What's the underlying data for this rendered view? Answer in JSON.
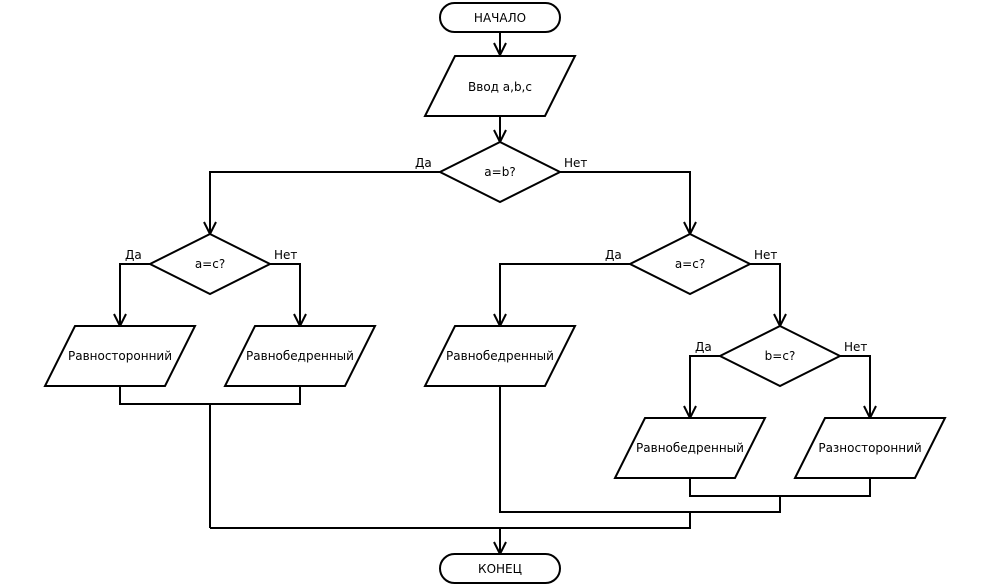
{
  "diagram": {
    "type": "flowchart",
    "colors": {
      "stroke": "#000000",
      "fill": "#ffffff",
      "text": "#000000"
    },
    "nodes": {
      "start": {
        "label": "НАЧАЛО",
        "shape": "terminator"
      },
      "input": {
        "label": "Ввод a,b,c",
        "shape": "io"
      },
      "cond_ab": {
        "label": "a=b?",
        "shape": "decision"
      },
      "cond_ac_left": {
        "label": "a=c?",
        "shape": "decision"
      },
      "cond_ac_right": {
        "label": "a=c?",
        "shape": "decision"
      },
      "cond_bc": {
        "label": "b=c?",
        "shape": "decision"
      },
      "out_equilateral": {
        "label": "Равносторонний",
        "shape": "io"
      },
      "out_isosceles_1": {
        "label": "Равнобедренный",
        "shape": "io"
      },
      "out_isosceles_2": {
        "label": "Равнобедренный",
        "shape": "io"
      },
      "out_isosceles_3": {
        "label": "Равнобедренный",
        "shape": "io"
      },
      "out_scalene": {
        "label": "Разносторонний",
        "shape": "io"
      },
      "end": {
        "label": "КОНЕЦ",
        "shape": "terminator"
      }
    },
    "branch_labels": {
      "ab_yes": "Да",
      "ab_no": "Нет",
      "acl_yes": "Да",
      "acl_no": "Нет",
      "acr_yes": "Да",
      "acr_no": "Нет",
      "bc_yes": "Да",
      "bc_no": "Нет"
    },
    "edges": [
      [
        "start",
        "input"
      ],
      [
        "input",
        "cond_ab"
      ],
      [
        "cond_ab",
        "cond_ac_left",
        "Да"
      ],
      [
        "cond_ab",
        "cond_ac_right",
        "Нет"
      ],
      [
        "cond_ac_left",
        "out_equilateral",
        "Да"
      ],
      [
        "cond_ac_left",
        "out_isosceles_1",
        "Нет"
      ],
      [
        "cond_ac_right",
        "out_isosceles_2",
        "Да"
      ],
      [
        "cond_ac_right",
        "cond_bc",
        "Нет"
      ],
      [
        "cond_bc",
        "out_isosceles_3",
        "Да"
      ],
      [
        "cond_bc",
        "out_scalene",
        "Нет"
      ],
      [
        "out_equilateral",
        "end"
      ],
      [
        "out_isosceles_1",
        "end"
      ],
      [
        "out_isosceles_2",
        "end"
      ],
      [
        "out_isosceles_3",
        "end"
      ],
      [
        "out_scalene",
        "end"
      ]
    ]
  }
}
